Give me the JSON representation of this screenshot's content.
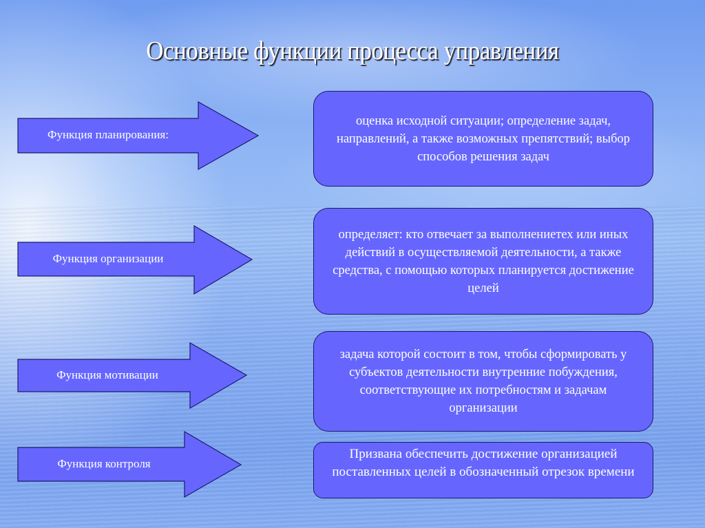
{
  "title": "Основные функции процесса управления",
  "colors": {
    "shape_fill": "#6666ff",
    "shape_border": "#1a1a6a",
    "text": "#ffffff"
  },
  "functions": [
    {
      "label": "Функция планирования:",
      "description": "оценка исходной ситуации; определение задач, направлений, а также возможных препятствий; выбор способов решения задач"
    },
    {
      "label": "Функция организации",
      "description": "определяет: кто отвечает за выполнениетех или иных действий в осуществляемой деятельности, а также средства, с помощью которых планируется достижение целей"
    },
    {
      "label": "Функция мотивации",
      "description": "задача которой состоит в том, чтобы сформировать у субъектов деятельности внутренние побуждения, соответствующие их потребностям и задачам организации"
    },
    {
      "label": "Функция контроля",
      "description": "Призвана обеспечить достижение организацией поставленных целей в обозначенный отрезок времени"
    }
  ]
}
